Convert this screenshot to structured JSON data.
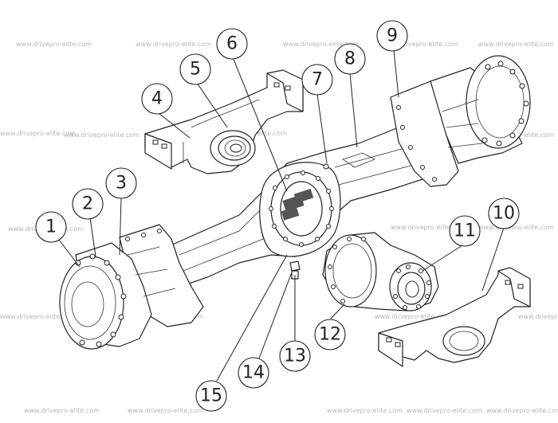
{
  "watermark": "www.drivepro-elite.com",
  "callouts": [
    "1",
    "2",
    "3",
    "4",
    "5",
    "6",
    "7",
    "8",
    "9",
    "10",
    "11",
    "12",
    "13",
    "14",
    "15"
  ]
}
